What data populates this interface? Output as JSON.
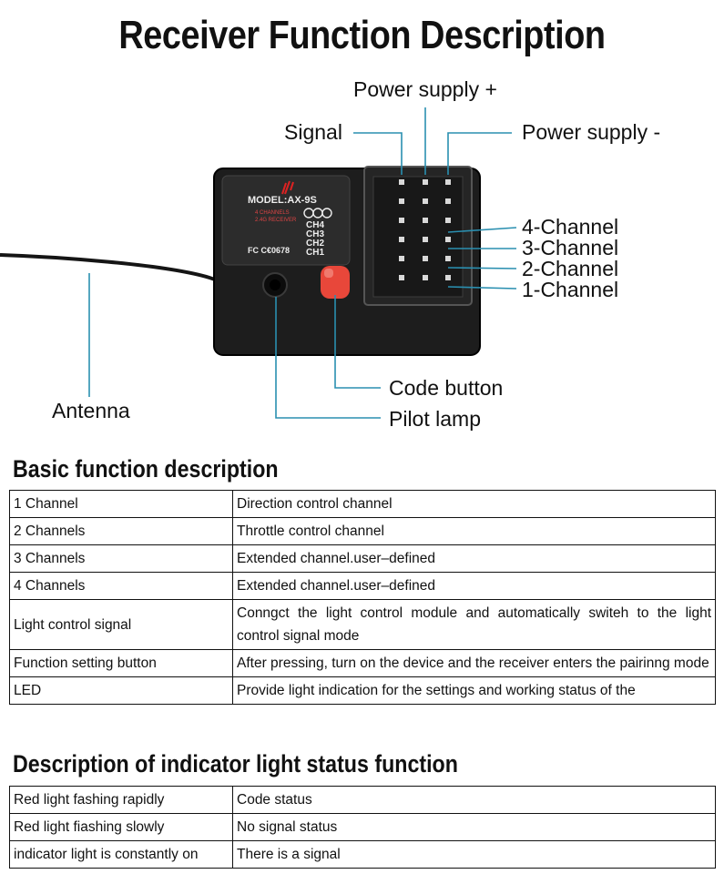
{
  "title": "Receiver Function Description",
  "diagram": {
    "labels": {
      "power_plus": "Power supply +",
      "signal": "Signal",
      "power_minus": "Power supply -",
      "ch4": "4-Channel",
      "ch3": "3-Channel",
      "ch2": "2-Channel",
      "ch1": "1-Channel",
      "antenna": "Antenna",
      "code_button": "Code button",
      "pilot_lamp": "Pilot lamp"
    },
    "device": {
      "model": "MODEL:AX-9S",
      "sub1": "4 CHANNELS",
      "sub2": "2.4G RECEIVER",
      "ch4": "CH4",
      "ch3": "CH3",
      "ch2": "CH2",
      "ch1": "CH1",
      "cert": "FC C€0678"
    },
    "colors": {
      "leader_line": "#2a8fb0",
      "button": "#e8473a",
      "body": "#1c1c1c"
    }
  },
  "basic": {
    "heading": "Basic  function description",
    "rows": [
      {
        "name": "1 Channel",
        "desc": "Direction control channel"
      },
      {
        "name": "2 Channels",
        "desc": "Throttle control channel"
      },
      {
        "name": "3 Channels",
        "desc": "Extended channel.user–defined"
      },
      {
        "name": "4 Channels",
        "desc": "Extended channel.user–defined"
      },
      {
        "name": "Light control signal",
        "desc": "Conngct the light control module and automatically switeh to the light control signal mode"
      },
      {
        "name": "Function setting button",
        "desc": "After pressing, turn on the device and the receiver enters the pairinng mode"
      },
      {
        "name": "LED",
        "desc": "Provide light indication for the settings and working status of the"
      }
    ]
  },
  "indicator": {
    "heading": "Description of indicator light status function",
    "rows": [
      {
        "name": "Red light fashing rapidly",
        "desc": "Code status"
      },
      {
        "name": "Red light fiashing slowly",
        "desc": "No signal status"
      },
      {
        "name": "indicator light is constantly on",
        "desc": "There is a signal"
      }
    ]
  }
}
